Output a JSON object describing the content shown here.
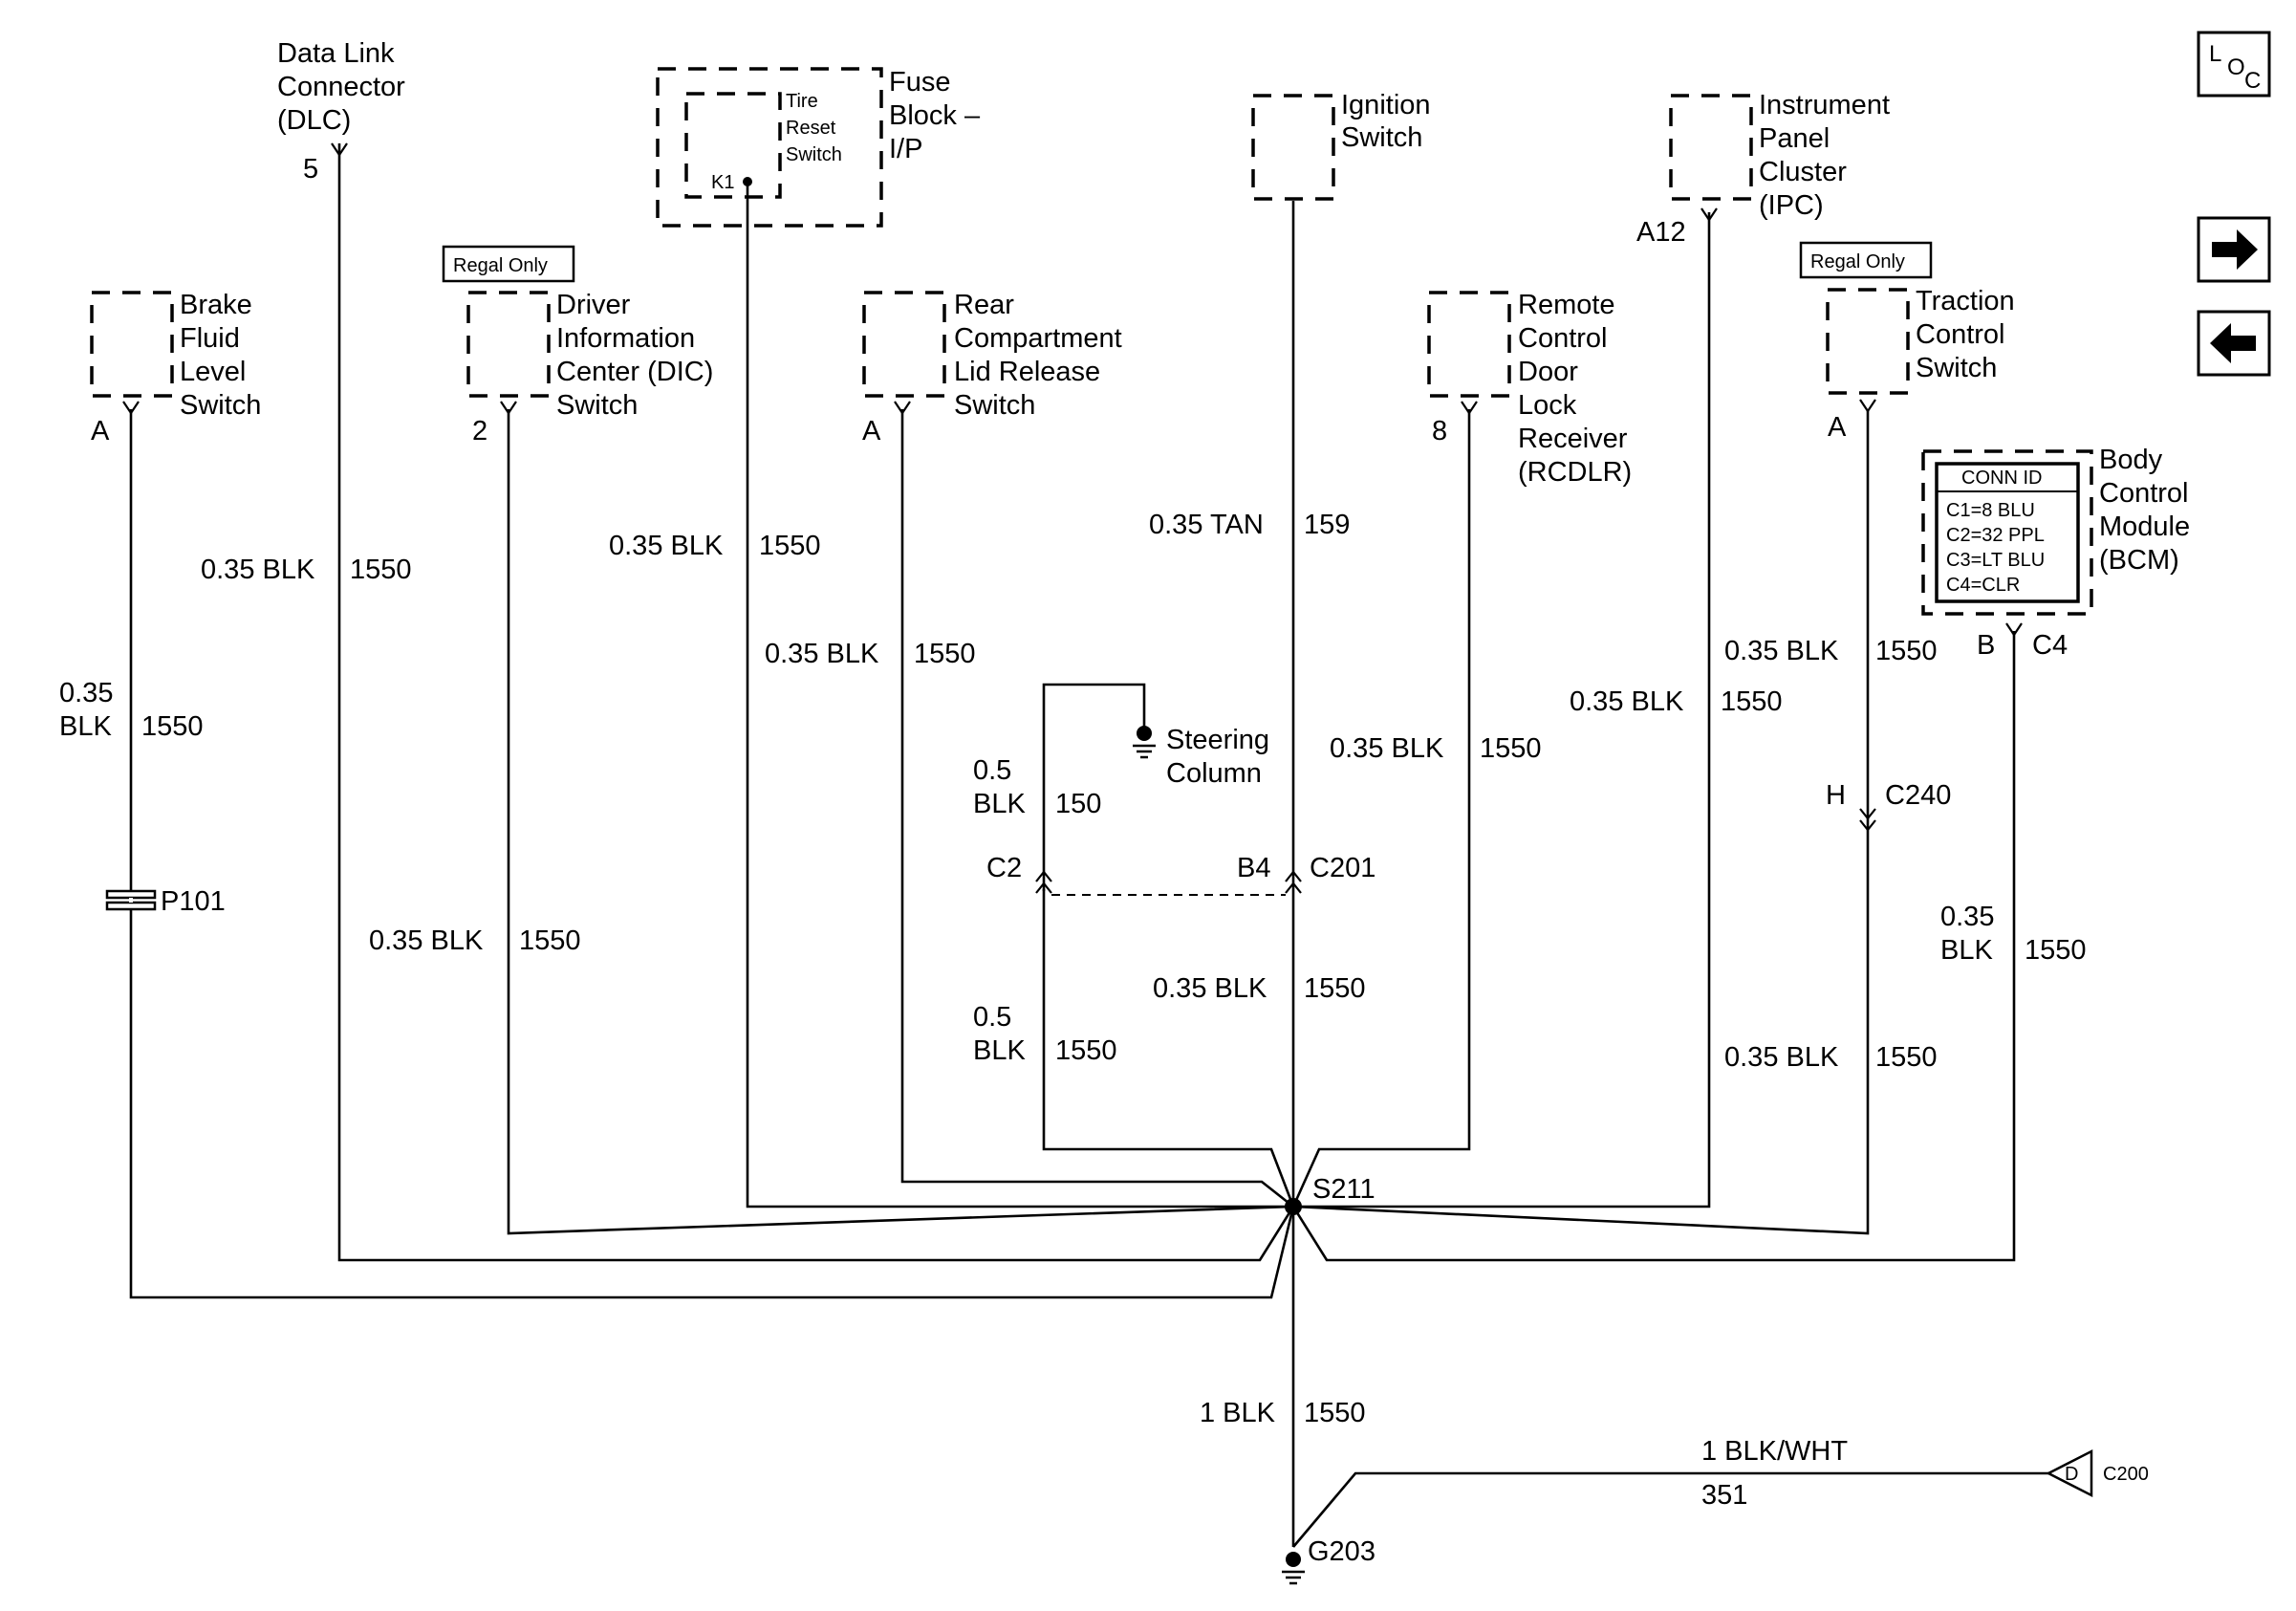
{
  "nav": {
    "loc_l": "L",
    "loc_o": "O",
    "loc_c": "C",
    "next_icon": "arrow-right-icon",
    "prev_icon": "arrow-left-icon"
  },
  "components": {
    "dlc": {
      "lines": [
        "Data Link",
        "Connector",
        "(DLC)"
      ],
      "pin": "5"
    },
    "fuse_block": {
      "lines": [
        "Fuse",
        "Block –",
        "I/P"
      ],
      "inner": [
        "Tire",
        "Reset",
        "Switch"
      ],
      "pin": "K1"
    },
    "ignition": {
      "lines": [
        "Ignition",
        "Switch"
      ]
    },
    "ipc": {
      "lines": [
        "Instrument",
        "Panel",
        "Cluster",
        "(IPC)"
      ],
      "pin": "A12"
    },
    "brake": {
      "lines": [
        "Brake",
        "Fluid",
        "Level",
        "Switch"
      ],
      "pin": "A"
    },
    "dic": {
      "badge": "Regal Only",
      "lines": [
        "Driver",
        "Information",
        "Center (DIC)",
        "Switch"
      ],
      "pin": "2"
    },
    "rear": {
      "lines": [
        "Rear",
        "Compartment",
        "Lid Release",
        "Switch"
      ],
      "pin": "A"
    },
    "rcdlr": {
      "lines": [
        "Remote",
        "Control",
        "Door",
        "Lock",
        "Receiver",
        "(RCDLR)"
      ],
      "pin": "8"
    },
    "traction": {
      "badge": "Regal Only",
      "lines": [
        "Traction",
        "Control",
        "Switch"
      ],
      "pin": "A"
    },
    "bcm": {
      "lines": [
        "Body",
        "Control",
        "Module",
        "(BCM)"
      ],
      "conn_id_title": "CONN ID",
      "conn_ids": [
        "C1=8 BLU",
        "C2=32 PPL",
        "C3=LT BLU",
        "C4=CLR"
      ],
      "pin": "B",
      "connector": "C4"
    }
  },
  "wires": {
    "dlc": {
      "gauge": "0.35 BLK",
      "circuit": "1550"
    },
    "fuse": {
      "gauge": "0.35 BLK",
      "circuit": "1550"
    },
    "rear": {
      "gauge": "0.35 BLK",
      "circuit": "1550"
    },
    "ignition": {
      "gauge": "0.35 TAN",
      "circuit": "159"
    },
    "brake": {
      "gauge_top": "0.35",
      "gauge_bottom": "BLK",
      "circuit": "1550"
    },
    "dic": {
      "gauge": "0.35 BLK",
      "circuit": "1550"
    },
    "rcdlr": {
      "gauge": "0.35 BLK",
      "circuit": "1550"
    },
    "ipc": {
      "gauge": "0.35 BLK",
      "circuit": "1550"
    },
    "traction_upper": {
      "gauge": "0.35 BLK",
      "circuit": "1550"
    },
    "traction_lower": {
      "gauge": "0.35 BLK",
      "circuit": "1550"
    },
    "bcm": {
      "gauge_top": "0.35",
      "gauge_bottom": "BLK",
      "circuit": "1550"
    },
    "steering_upper": {
      "gauge_top": "0.5",
      "gauge_bottom": "BLK",
      "circuit": "150"
    },
    "steering_lower": {
      "gauge_top": "0.5",
      "gauge_bottom": "BLK",
      "circuit": "1550"
    },
    "center_lower": {
      "gauge": "0.35 BLK",
      "circuit": "1550"
    },
    "ground": {
      "gauge": "1 BLK",
      "circuit": "1550"
    },
    "c200": {
      "gauge": "1 BLK/WHT",
      "circuit": "351"
    }
  },
  "connectors": {
    "p101": "P101",
    "c2": "C2",
    "b4": "B4",
    "c201": "C201",
    "h": "H",
    "c240": "C240",
    "s211": "S211",
    "g203": "G203",
    "c200": "C200",
    "c200_pin": "D"
  },
  "steering_column": [
    "Steering",
    "Column"
  ]
}
